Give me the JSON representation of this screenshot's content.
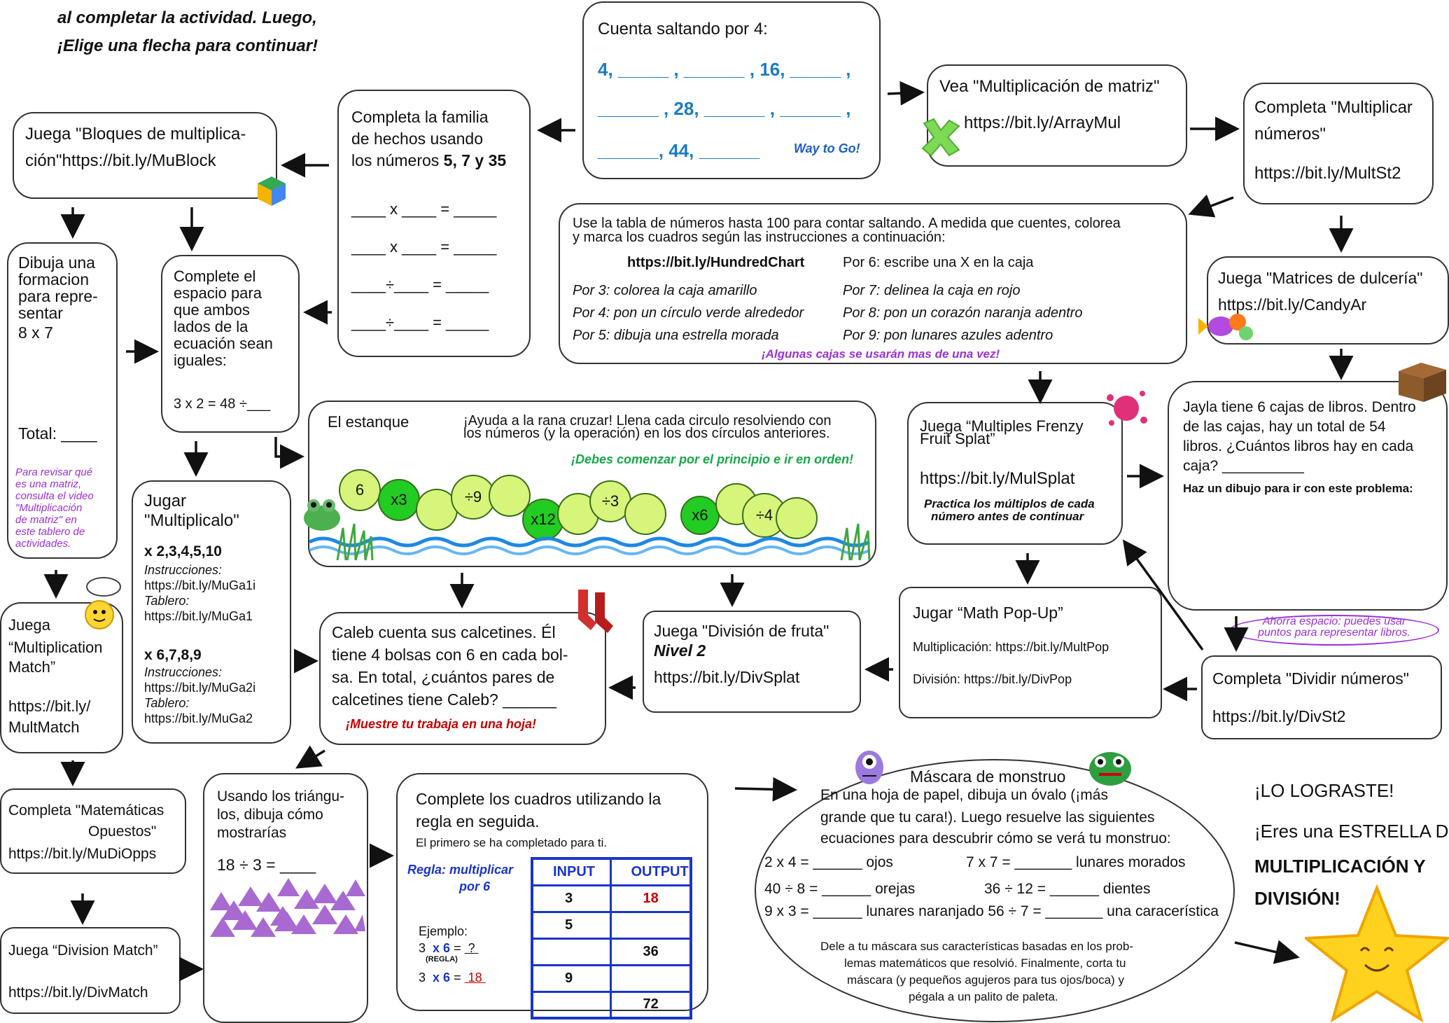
{
  "intro": {
    "line1": "al completar la actividad. Luego,",
    "line2": "¡Elige una flecha para continuar!"
  },
  "skip_count": {
    "title": "Cuenta saltando por 4:",
    "row1": "4,  _____ , ______ ,  16,  _____ ,",
    "row2": "______ ,  28,  ______ , ______ ,",
    "row3": "______,  44,  ______",
    "note": "Way to Go!"
  },
  "array_video": {
    "title": "Vea \"Multiplicación de matriz\"",
    "link": "https://bit.ly/ArrayMul"
  },
  "mult_numbers": {
    "line1": "Completa \"Multiplicar",
    "line2": "números\"",
    "link": "https://bit.ly/MultSt2"
  },
  "fact_family": {
    "line1": "Completa la familia",
    "line2": "de hechos usando",
    "line3_pre": "los números ",
    "line3_bold": "5, 7 y 35",
    "eq1": "____ x ____ =  _____",
    "eq2": "____ x ____ =  _____",
    "eq3": "____÷____ =  _____",
    "eq4": "____÷____ =  _____"
  },
  "blocks": {
    "line1": "Juega \"Bloques de multiplica-",
    "line2": "ción\"https://bit.ly/MuBlock"
  },
  "hundred": {
    "line1": "Use la tabla de números hasta 100 para contar saltando. A medida que cuentes, colorea",
    "line2": "y marca los cuadros según las instrucciones a continuación:",
    "link": "https://bit.ly/HundredChart",
    "by3": "Por 3: colorea la caja amarillo",
    "by4": "Por 4: pon un círculo verde alrededor",
    "by5": "Por 5: dibuja una estrella morada",
    "by6": "Por 6: escribe una X en la caja",
    "by7": "Por 7: delinea la caja en rojo",
    "by8": "Por 8: pon un corazón naranja adentro",
    "by9": "Por 9: pon lunares azules adentro",
    "note": "¡Algunas cajas se usarán mas de una vez!"
  },
  "candy": {
    "title": "Juega \"Matrices de dulcería\"",
    "link": "https://bit.ly/CandyAr"
  },
  "draw_array": {
    "l1": "Dibuja una",
    "l2": "formacion",
    "l3": "para repre-",
    "l4": "sentar",
    "l5": " 8 x 7",
    "total": "Total: ____",
    "note": [
      "Para revisar qué",
      "es una matriz,",
      "consulta el video",
      "\"Multiplicación",
      "de matriz\" en",
      "este tablero de",
      "actividades."
    ]
  },
  "equation": {
    "l1": "Complete el",
    "l2": "espacio para",
    "l3": "que ambos",
    "l4": "lados de la",
    "l5": "ecuación sean",
    "l6": "iguales:",
    "eq": "3 x 2 = 48 ÷___"
  },
  "pond": {
    "title": "El estanque",
    "inst1": "¡Ayuda a la rana cruzar! Llena cada circulo resolviendo con",
    "inst2": "los números (y la operación) en los dos círculos anteriores.",
    "note": "¡Debes comenzar por el principio e ir en orden!",
    "c1": "6",
    "c2": "x3",
    "c3": "÷9",
    "c4": "x12",
    "c5": "÷3",
    "c6": "x6",
    "c7": "÷4"
  },
  "frenzy": {
    "line1": "Juega “Multiples Frenzy",
    "line2": "Fruit Splat”",
    "link": "https://bit.ly/MulSplat",
    "note1": "Practica los múltiplos de cada",
    "note2": "número antes de continuar"
  },
  "jayla": {
    "l1": "Jayla tiene 6 cajas de libros. Dentro",
    "l2": "de las cajas, hay un total de 54",
    "l3": "libros. ¿Cuántos libros hay en cada",
    "l4": "caja? __________",
    "bold": "Haz un dibujo para ir con este problema:",
    "note1": "Ahorra espacio: puedes usar",
    "note2": "puntos para representar libros."
  },
  "multiplicalo": {
    "l1": "Jugar",
    "l2": "\"Multiplicalo\"",
    "set1": "x 2,3,4,5,10",
    "instr": "Instrucciones:",
    "i1": "https://bit.ly/MuGa1i",
    "board": "Tablero:",
    "b1": "https://bit.ly/MuGa1",
    "set2": "x 6,7,8,9",
    "instr2": "Instrucciones:",
    "i2": "https://bit.ly/MuGa2i",
    "board2": "Tablero:",
    "b2": "https://bit.ly/MuGa2"
  },
  "socks": {
    "l1": "Caleb cuenta sus calcetines. Él",
    "l2": "tiene 4 bolsas con 6 en cada bol-",
    "l3": "sa. En total, ¿cuántos pares de",
    "l4": "calcetines tiene Caleb? ______",
    "note": "¡Muestre tu trabaja en una hoja!"
  },
  "fruit_div": {
    "l1": "Juega \"División de fruta\"",
    "l2": "Nivel 2",
    "link": "https://bit.ly/DivSplat"
  },
  "popup": {
    "title": "Jugar “Math Pop-Up”",
    "mult": "Multiplicación: https://bit.ly/MultPop",
    "div": "División: https://bit.ly/DivPop"
  },
  "div_numbers": {
    "title": "Completa \"Dividir números\"",
    "link": "https://bit.ly/DivSt2"
  },
  "mult_match": {
    "l1": "Juega",
    "l2": "“Multiplication",
    "l3": "Match”",
    "l4": "https://bit.ly/",
    "l5": "MultMatch"
  },
  "opposites": {
    "l1": "Completa \"Matemáticas",
    "l2": "Opuestos\"",
    "l3": "https://bit.ly/MuDiOpps"
  },
  "div_match": {
    "title": "Juega “Division Match”",
    "link": "https://bit.ly/DivMatch"
  },
  "triangles": {
    "l1": "Usando los triángu-",
    "l2": "los, dibuja cómo",
    "l3": "mostrarías",
    "eq": "18 ÷ 3 = ____"
  },
  "rule": {
    "l1": "Complete los cuadros utilizando la",
    "l2": "regla en seguida.",
    "l3": "El primero se ha completado para ti.",
    "rule1": "Regla: multiplicar",
    "rule2": "por 6",
    "ex": "Ejemplo:",
    "exa": "3",
    "exb": "x 6",
    "exc": "=",
    "exd": "?",
    "regla": "(REGLA)",
    "exe": "3",
    "exf": "x 6",
    "exg": "=",
    "exh": "18",
    "headers": [
      "INPUT",
      "OUTPUT"
    ],
    "rows": [
      [
        "3",
        "18"
      ],
      [
        "5",
        ""
      ],
      [
        "",
        "36"
      ],
      [
        "9",
        ""
      ],
      [
        "",
        "72"
      ]
    ]
  },
  "monster": {
    "title": "Máscara de monstruo",
    "l1": "En una hoja de papel, dibuja un óvalo (¡más",
    "l2": "grande que tu cara!). Luego resuelve las siguientes",
    "l3": "ecuaciones para descubrir cómo se verá tu monstruo:",
    "e1": "2 x 4 =  ______ ojos",
    "e2": "7 x 7 = _______ lunares morados",
    "e3": "40 ÷ 8  =  ______ orejas",
    "e4": "36 ÷ 12 = ______ dientes",
    "e5": "9 x 3 = ______ lunares naranjado 56 ÷ 7 = _______ una caracerística",
    "p1": "Dele a tu máscara sus características basadas en los prob-",
    "p2": "lemas matemáticos que resolvió. Finalmente, corta tu",
    "p3": "máscara (y pequeños agujeros para tus ojos/boca) y",
    "p4": "pégala a un palito de paleta."
  },
  "finish": {
    "l1": "¡LO LOGRASTE!",
    "l2": "¡Eres una ESTRELLA DE",
    "l3": "MULTIPLICACIÓN Y",
    "l4": "DIVISIÓN!"
  },
  "colors": {
    "blue": "#1a7bc4",
    "purple": "#9b30d9",
    "green": "#17a84a",
    "red": "#c40000",
    "table_blue": "#1a35c9"
  }
}
